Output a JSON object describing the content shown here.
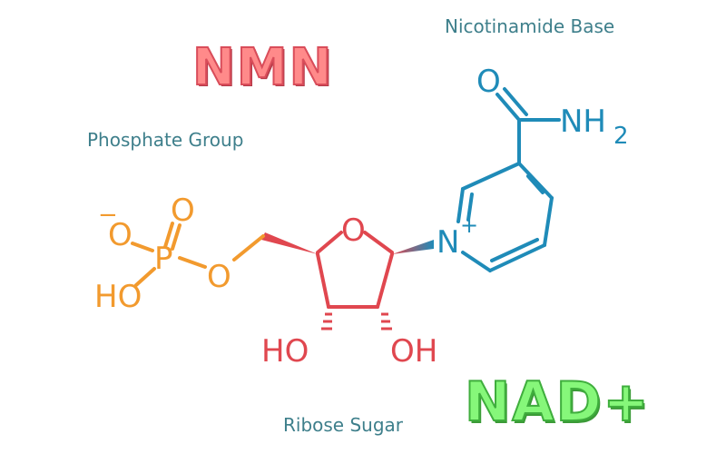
{
  "labels": {
    "nicotinamide": "Nicotinamide Base",
    "phosphate": "Phosphate Group",
    "ribose": "Ribose Sugar",
    "nmn": "NMN",
    "nad": "NAD+"
  },
  "atoms": {
    "o_carbonyl": "O",
    "nh": "NH",
    "nh_sub": "2",
    "n_ring": "N",
    "n_charge": "+",
    "o_ring": "O",
    "ho_left": "HO",
    "oh_right": "OH",
    "o_link": "O",
    "p": "P",
    "o_p_double": "O",
    "o_minus": "O",
    "minus": "−",
    "ho_p": "HO"
  },
  "colors": {
    "phosphate": "#f29a2e",
    "ribose": "#e0474f",
    "nicotinamide": "#1f8bb8",
    "label_text": "#3e7f8b",
    "nmn_fill": "#ff8a8a",
    "nad_fill": "#86f77a"
  }
}
